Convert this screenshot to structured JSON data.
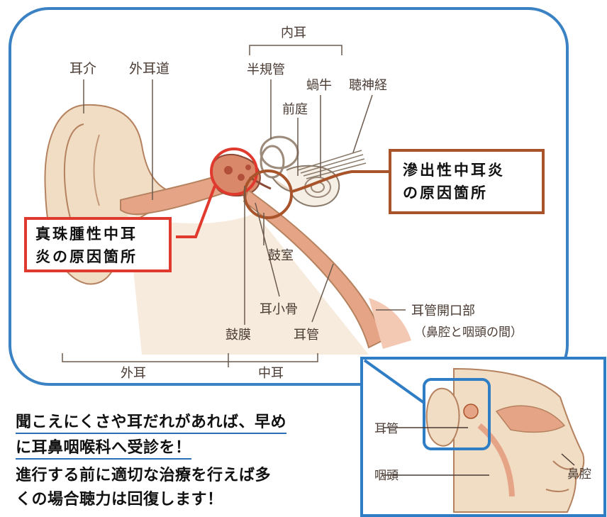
{
  "colors": {
    "frame_blue": "#3b82c4",
    "red_callout": "#e03a2e",
    "brown_callout": "#a8532a",
    "skin": "#f1dcc4",
    "canal_pink": "#e6a487",
    "underline_blue": "#2a6fb6"
  },
  "labels": {
    "auricle": "耳介",
    "ear_canal": "外耳道",
    "inner_ear": "内耳",
    "semicircular": "半規管",
    "vestibule": "前庭",
    "cochlea": "蝸牛",
    "auditory_nerve": "聴神経",
    "eardrum": "鼓膜",
    "tympanic_cavity": "鼓室",
    "ossicles": "耳小骨",
    "eustachian_tube": "耳管",
    "tube_opening": "耳管開口部",
    "tube_opening_note": "（鼻腔と咽頭の間）",
    "outer_ear": "外耳",
    "middle_ear": "中耳"
  },
  "callouts": {
    "cholesteatoma_line1": "真珠腫性中耳",
    "cholesteatoma_line2": "炎の原因箇所",
    "effusion_line1": "滲出性中耳炎",
    "effusion_line2": "の原因箇所"
  },
  "inset": {
    "eustachian_tube": "耳管",
    "pharynx": "咽頭",
    "nasal_cavity": "鼻腔"
  },
  "body": {
    "line1": "聞こえにくさや耳だれがあれば、早め",
    "line2": "に耳鼻咽喉科へ受診を！",
    "line3": "進行する前に適切な治療を行えば多",
    "line4": "くの場合聴力は回復します！"
  }
}
